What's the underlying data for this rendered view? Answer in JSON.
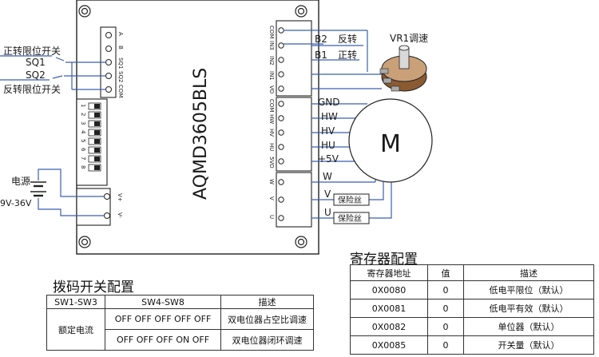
{
  "board": {
    "model": "AQMD3605BLS",
    "top_pins": [
      "A",
      "B",
      "SQ1",
      "SQ2",
      "COM"
    ],
    "dip_numbers": [
      "1",
      "2",
      "3",
      "4",
      "5",
      "6",
      "7",
      "8"
    ],
    "power_pins": [
      "V+",
      "V-"
    ],
    "right_pins_1": [
      "COM",
      "IN3",
      "IN2",
      "IN1",
      "VO"
    ],
    "right_pins_2": [
      "COM",
      "HW",
      "HV",
      "HU",
      "5VO"
    ],
    "right_pins_3": [
      "W",
      "V",
      "U"
    ]
  },
  "left_labels": {
    "forward_limit": "正转限位开关",
    "sq1": "SQ1",
    "sq2": "SQ2",
    "reverse_limit": "反转限位开关",
    "power": "电源",
    "voltage": "9V-36V"
  },
  "right_labels": {
    "b2": "B2",
    "reverse": "反转",
    "b1": "B1",
    "forward": "正转",
    "vr1": "VR1调速",
    "gnd": "GND",
    "hw": "HW",
    "hv": "HV",
    "hu": "HU",
    "plus5v": "+5V",
    "w": "W",
    "v": "V",
    "u": "U",
    "fuse": "保险丝",
    "motor": "M"
  },
  "dip_table": {
    "title": "拨码开关配置",
    "headers": [
      "SW1-SW3",
      "SW4-SW8",
      "描述"
    ],
    "rows": [
      {
        "c1": "额定电流",
        "c2": "OFF OFF OFF OFF OFF",
        "c3": "双电位器占空比调速"
      },
      {
        "c2": "OFF OFF OFF ON  OFF",
        "c3": "双电位器闭环调速"
      }
    ]
  },
  "register_table": {
    "title": "寄存器配置",
    "headers": [
      "寄存器地址",
      "值",
      "描述"
    ],
    "rows": [
      {
        "addr": "0X0080",
        "val": "0",
        "desc": "低电平限位（默认）"
      },
      {
        "addr": "0X0081",
        "val": "0",
        "desc": "低电平有效（默认）"
      },
      {
        "addr": "0X0082",
        "val": "0",
        "desc": "单位器（默认）"
      },
      {
        "addr": "0X0085",
        "val": "0",
        "desc": "开关量（默认）"
      }
    ]
  },
  "colors": {
    "wire": "#3b5fb0",
    "line": "#222222",
    "board_fill": "#ffffff"
  }
}
